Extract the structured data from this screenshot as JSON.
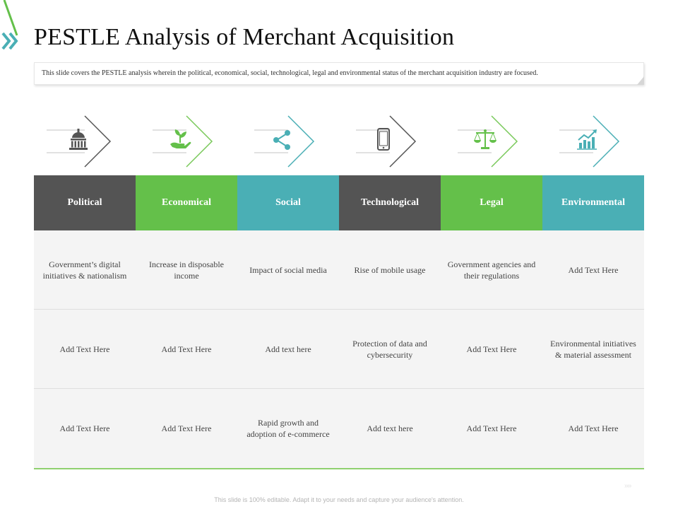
{
  "title": "PESTLE Analysis of Merchant Acquisition",
  "description": "This slide covers the PESTLE analysis wherein the political, economical, social, technological, legal and environmental status of the merchant acquisition industry are focused.",
  "colors": {
    "dark": "#545454",
    "green": "#64c04a",
    "teal": "#4aafb5",
    "arrow_green": "#79c95a"
  },
  "categories": [
    {
      "label": "Political",
      "icon": "capitol-building-icon"
    },
    {
      "label": "Economical",
      "icon": "plant-in-hand-icon"
    },
    {
      "label": "Social",
      "icon": "share-network-icon"
    },
    {
      "label": "Technological",
      "icon": "mobile-phone-icon"
    },
    {
      "label": "Legal",
      "icon": "scales-of-justice-icon"
    },
    {
      "label": "Environmental",
      "icon": "growth-chart-icon"
    }
  ],
  "rows": [
    [
      "Government’s digital initiatives & nationalism",
      "Increase in disposable income",
      "Impact of social media",
      "Rise of mobile usage",
      "Government agencies and their regulations",
      "Add Text Here"
    ],
    [
      "Add Text Here",
      "Add Text Here",
      "Add text here",
      "Protection of data and cybersecurity",
      "Add Text Here",
      "Environmental initiatives & material assessment"
    ],
    [
      "Add Text Here",
      "Add Text Here",
      "Rapid growth and adoption of  e-commerce",
      "Add text here",
      "Add Text Here",
      "Add Text Here"
    ]
  ],
  "footer": "This slide is 100% editable. Adapt it to your needs and capture your audience's attention.",
  "footer_mark": "››››"
}
